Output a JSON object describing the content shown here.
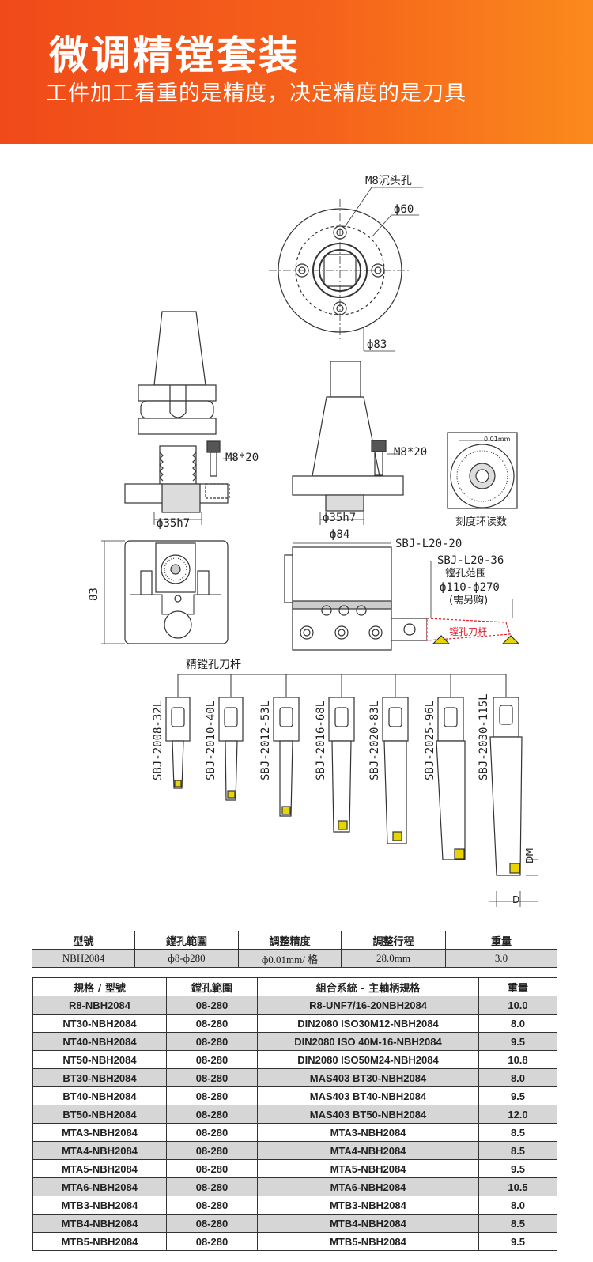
{
  "banner": {
    "title": "微调精镗套装",
    "subtitle": "工件加工看重的是精度，决定精度的是刀具"
  },
  "drawing": {
    "flange_labels": [
      "M8沉头孔",
      "ф60",
      "ф83"
    ],
    "screw_label_1": "M8*20",
    "screw_label_2": "M8*20",
    "shank_dim_1": "ф35h7",
    "shank_dim_2": "ф35h7",
    "dial_scale": "0.01mm",
    "dial_caption": "刻度环读数",
    "head_height": "83",
    "head_width": "ф84",
    "bar_model_1": "SBJ-L20-20",
    "bar_model_2": "SBJ-L20-36",
    "bore_range_label": "镗孔范围",
    "bore_range_value": "ф110-ф270",
    "bore_range_note": "(需另购)",
    "boring_bar_tag": "镗孔刀杆",
    "bars_title": "精镗孔刀杆",
    "bars": [
      "SBJ-2008-32L",
      "SBJ-2010-40L",
      "SBJ-2012-53L",
      "SBJ-2016-68L",
      "SBJ-2020-83L",
      "SBJ-2025-96L",
      "SBJ-2030-115L"
    ],
    "dim_dm": "DM",
    "dim_d": "D"
  },
  "table1": {
    "headers": [
      "型號",
      "鏜孔範圍",
      "調整精度",
      "調整行程",
      "重量"
    ],
    "row": [
      "NBH2084",
      "ф8-ф280",
      "ф0.01mm/ 格",
      "28.0mm",
      "3.0"
    ]
  },
  "table2": {
    "headers": [
      "規格 / 型號",
      "鏜孔範圍",
      "組合系統 - 主軸柄規格",
      "重量"
    ],
    "rows": [
      [
        "R8-NBH2084",
        "08-280",
        "R8-UNF7/16-20NBH2084",
        "10.0"
      ],
      [
        "NT30-NBH2084",
        "08-280",
        "DIN2080 ISO30M12-NBH2084",
        "8.0"
      ],
      [
        "NT40-NBH2084",
        "08-280",
        "DIN2080 ISO 40M-16-NBH2084",
        "9.5"
      ],
      [
        "NT50-NBH2084",
        "08-280",
        "DIN2080 ISO50M24-NBH2084",
        "10.8"
      ],
      [
        "BT30-NBH2084",
        "08-280",
        "MAS403 BT30-NBH2084",
        "8.0"
      ],
      [
        "BT40-NBH2084",
        "08-280",
        "MAS403 BT40-NBH2084",
        "9.5"
      ],
      [
        "BT50-NBH2084",
        "08-280",
        "MAS403 BT50-NBH2084",
        "12.0"
      ],
      [
        "MTA3-NBH2084",
        "08-280",
        "MTA3-NBH2084",
        "8.5"
      ],
      [
        "MTA4-NBH2084",
        "08-280",
        "MTA4-NBH2084",
        "8.5"
      ],
      [
        "MTA5-NBH2084",
        "08-280",
        "MTA5-NBH2084",
        "9.5"
      ],
      [
        "MTA6-NBH2084",
        "08-280",
        "MTA6-NBH2084",
        "10.5"
      ],
      [
        "MTB3-NBH2084",
        "08-280",
        "MTB3-NBH2084",
        "8.0"
      ],
      [
        "MTB4-NBH2084",
        "08-280",
        "MTB4-NBH2084",
        "8.5"
      ],
      [
        "MTB5-NBH2084",
        "08-280",
        "MTB5-NBH2084",
        "9.5"
      ]
    ]
  }
}
